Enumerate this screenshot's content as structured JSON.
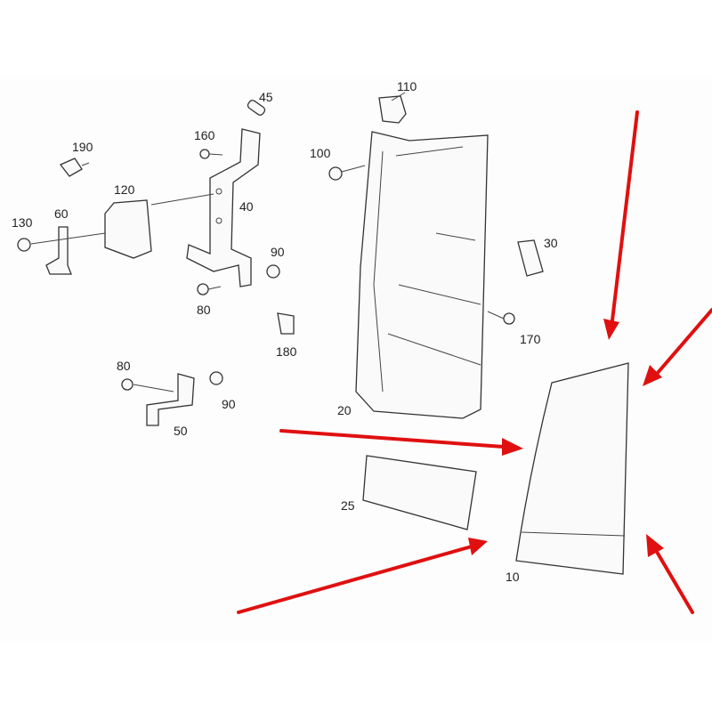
{
  "diagram": {
    "part_labels": [
      "45",
      "110",
      "190",
      "160",
      "100",
      "120",
      "40",
      "130",
      "60",
      "30",
      "90",
      "80",
      "180",
      "170",
      "80",
      "90",
      "50",
      "20",
      "25",
      "10"
    ],
    "arrow_color": "#e01010"
  }
}
